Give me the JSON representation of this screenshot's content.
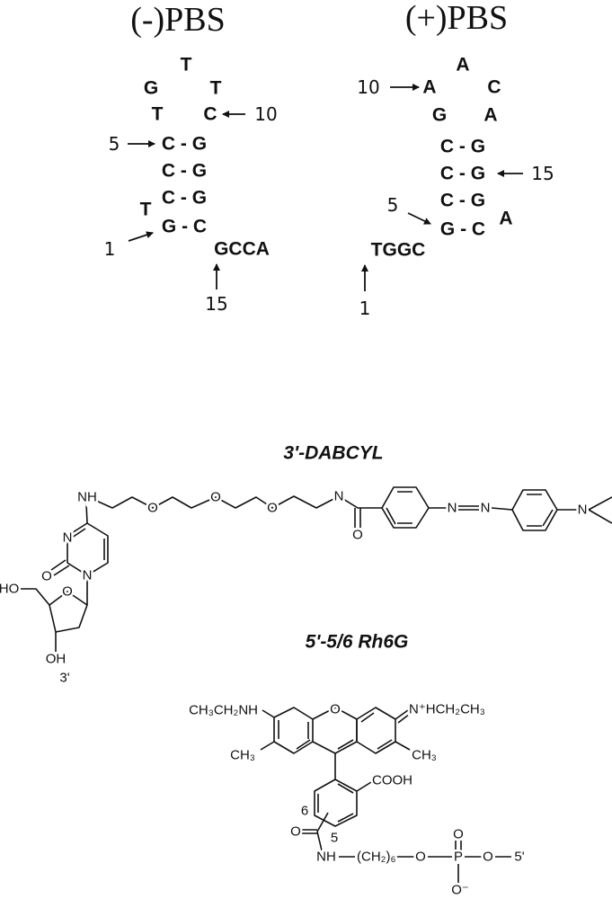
{
  "minus_pbs": {
    "title": "(-)PBS",
    "loop": [
      "T",
      "G",
      "T",
      "T",
      "C"
    ],
    "stem": [
      "C - G",
      "C - G",
      "C - G",
      "G - C"
    ],
    "bulge": "T",
    "tail": "GCCA",
    "labels": [
      "10",
      "5",
      "1",
      "15"
    ]
  },
  "plus_pbs": {
    "title": "(+)PBS",
    "loop": [
      "A",
      "A",
      "C",
      "G",
      "A"
    ],
    "stem": [
      "C - G",
      "C - G",
      "C - G",
      "G - C"
    ],
    "bulge": "A",
    "tail": "TGGC",
    "labels": [
      "10",
      "15",
      "5",
      "1"
    ]
  },
  "dabcyl": {
    "title": "3'-DABCYL",
    "atoms": {
      "nh": "NH",
      "o1": "O",
      "o2": "O",
      "o3": "O",
      "n_amide": "N",
      "o_carbonyl": "O",
      "n_azo1": "N",
      "n_azo2": "N",
      "n_dimethyl": "N",
      "n3": "N",
      "n1": "N",
      "o_c2": "O",
      "o_ring": "O",
      "ho": "HO",
      "oh": "OH",
      "three_prime": "3'"
    }
  },
  "rh6g": {
    "title": "5'-5/6 Rh6G",
    "atoms": {
      "left_amine": "CH₃CH₂NH",
      "o_xanthene": "O",
      "right_iminium": "N⁺HCH₂CH₃",
      "ch3_left": "CH₃",
      "ch3_right": "CH₃",
      "cooh": "COOH",
      "pos6": "6",
      "pos5": "5",
      "o_amide": "O",
      "nh": "NH",
      "linker": "(CH₂)₆",
      "o_link": "O",
      "p": "P",
      "o_top": "O",
      "o_bottom": "O⁻",
      "o_end": "O",
      "five_prime": "5'"
    }
  }
}
